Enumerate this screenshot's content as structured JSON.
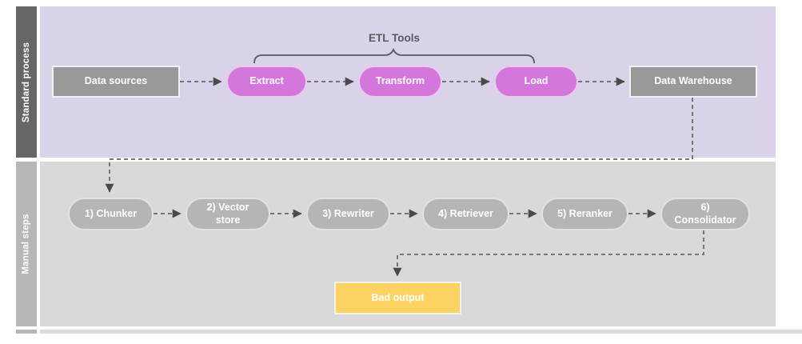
{
  "diagram": {
    "annotation": {
      "etl_tools_label": "ETL Tools"
    },
    "lanes": [
      {
        "label": "Standard process",
        "nodes": [
          {
            "label": "Data sources"
          },
          {
            "label": "Extract"
          },
          {
            "label": "Transform"
          },
          {
            "label": "Load"
          },
          {
            "label": "Data Warehouse"
          }
        ]
      },
      {
        "label": "Manual steps",
        "nodes": [
          {
            "label": "1) Chunker"
          },
          {
            "label": "2) Vector store"
          },
          {
            "label": "3) Rewriter"
          },
          {
            "label": "4) Retriever"
          },
          {
            "label": "5) Reranker"
          },
          {
            "label": "6) Consolidator"
          },
          {
            "label": "Bad output"
          }
        ]
      }
    ],
    "colors": {
      "lane_standard_header": "#666666",
      "lane_standard_body": "#d9d2e9",
      "lane_manual_header": "#b7b7b7",
      "lane_manual_body": "#d9d9d9",
      "node_gray": "#999999",
      "pill_gray": "#b5b5b5",
      "pill_magenta": "#d377dc",
      "bad_output_yellow": "#fcd262",
      "connector_gray": "#757575",
      "arrowhead_gray": "#4a4a4a"
    }
  }
}
